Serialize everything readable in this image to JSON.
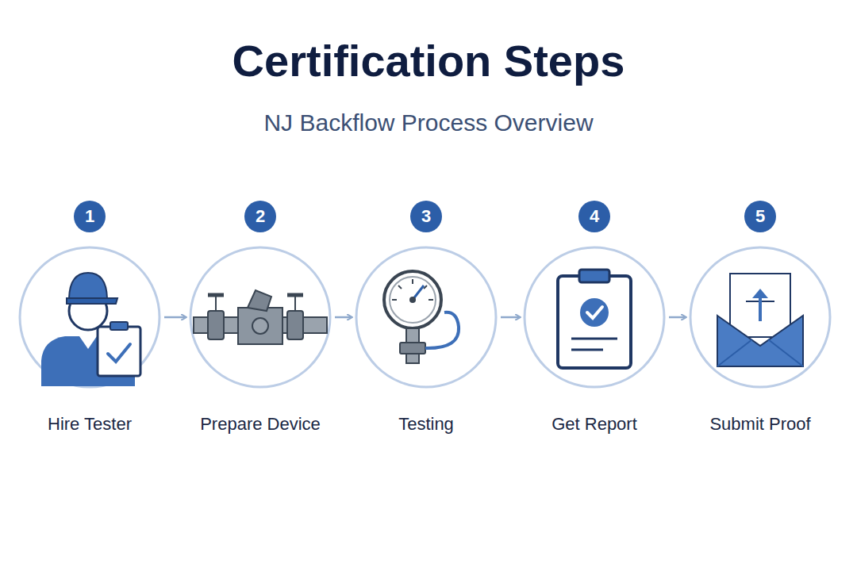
{
  "diagram": {
    "title": "Certification Steps",
    "nodes": [
      {
        "text": [
          "1",
          "Hire Tester"
        ]
      },
      {
        "text": [
          "2",
          "Prepare Device"
        ]
      },
      {
        "text": [
          "3",
          "Testing"
        ]
      },
      {
        "text": [
          "4",
          "Get Report"
        ]
      },
      {
        "text": [
          "5",
          "Submit Proof"
        ]
      }
    ],
    "edges": [
      {
        "from": 0,
        "to": 1,
        "arrow": "to"
      },
      {
        "from": 1,
        "to": 2,
        "arrow": "to"
      },
      {
        "from": 2,
        "to": 3,
        "arrow": "to"
      },
      {
        "from": 3,
        "to": 4,
        "arrow": "to"
      }
    ],
    "labels": [
      "NJ Backflow Process Overview"
    ]
  }
}
